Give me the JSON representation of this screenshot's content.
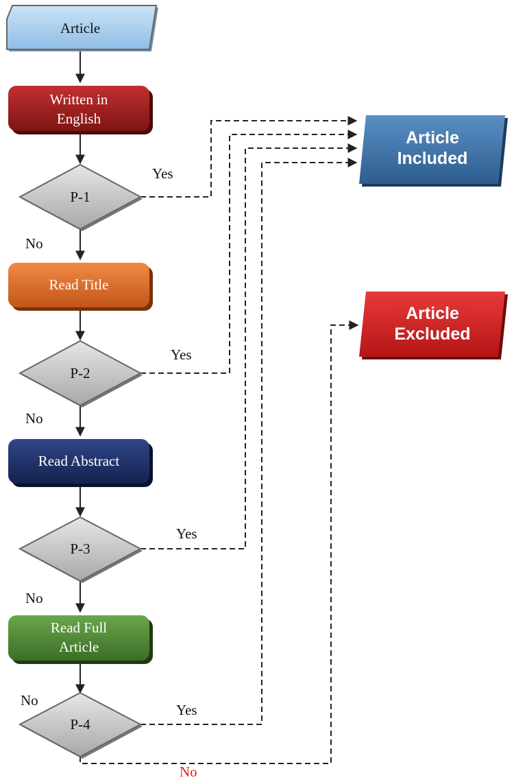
{
  "nodes": {
    "start": {
      "label": "Article",
      "color": "#a9d0f0"
    },
    "english": {
      "line1": "Written in",
      "line2": "English",
      "color": "#a51e1e"
    },
    "p1": {
      "label": "P-1"
    },
    "read_title": {
      "label": "Read Title",
      "color": "#e06a22"
    },
    "p2": {
      "label": "P-2"
    },
    "read_abstract": {
      "label": "Read Abstract",
      "color": "#1e2f6b"
    },
    "p3": {
      "label": "P-3"
    },
    "read_full": {
      "line1": "Read Full",
      "line2": "Article",
      "color": "#4f8a35"
    },
    "p4": {
      "label": "P-4"
    },
    "included": {
      "line1": "Article",
      "line2": "Included",
      "color": "#3f73a8"
    },
    "excluded": {
      "line1": "Article",
      "line2": "Excluded",
      "color": "#d42222"
    }
  },
  "edges": {
    "p1_yes": "Yes",
    "p1_no": "No",
    "p2_yes": "Yes",
    "p2_no": "No",
    "p3_yes": "Yes",
    "p3_no": "No",
    "p4_yes": "Yes",
    "p4_no_top": "No",
    "p4_no_bottom": "No"
  },
  "colors": {
    "diamond": "#c8c8c8",
    "line": "#222222",
    "no_bottom": "#e02020"
  }
}
